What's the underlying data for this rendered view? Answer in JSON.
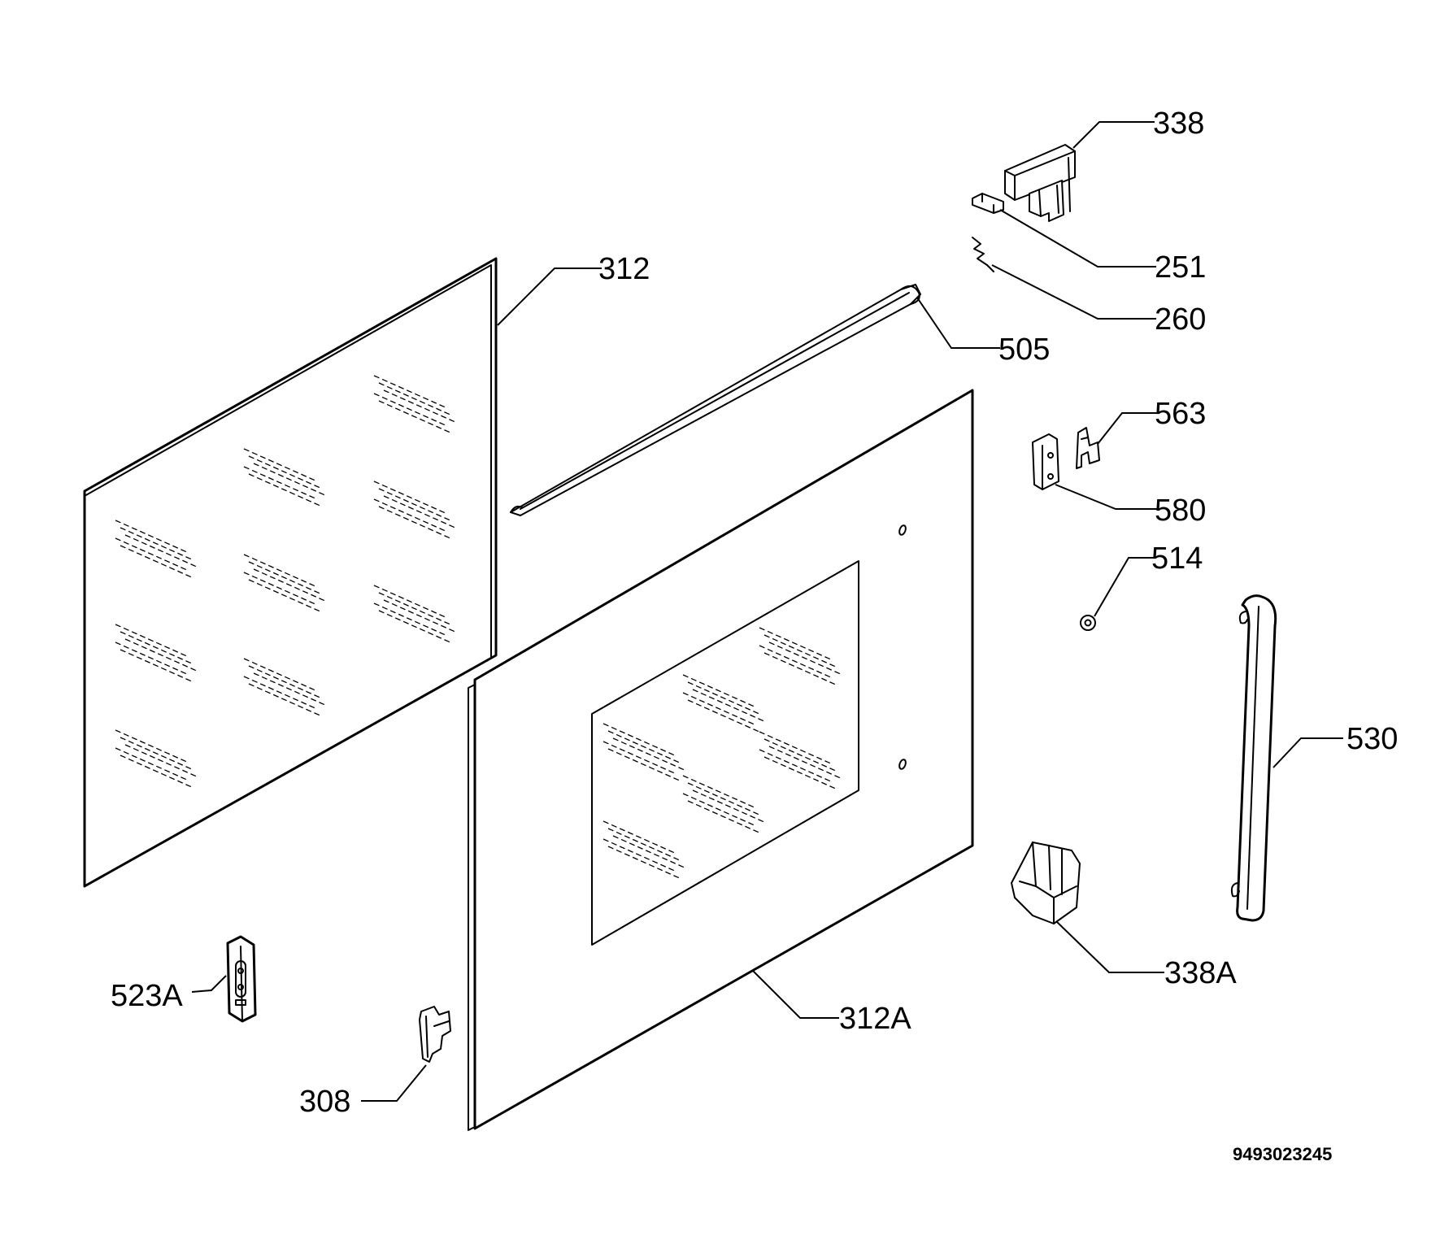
{
  "labels": {
    "p338": "338",
    "p251": "251",
    "p260": "260",
    "p312": "312",
    "p505": "505",
    "p563": "563",
    "p580": "580",
    "p514": "514",
    "p530": "530",
    "p338a": "338A",
    "p312a": "312A",
    "p523a": "523A",
    "p308": "308"
  },
  "drawing_code": "9493023245"
}
